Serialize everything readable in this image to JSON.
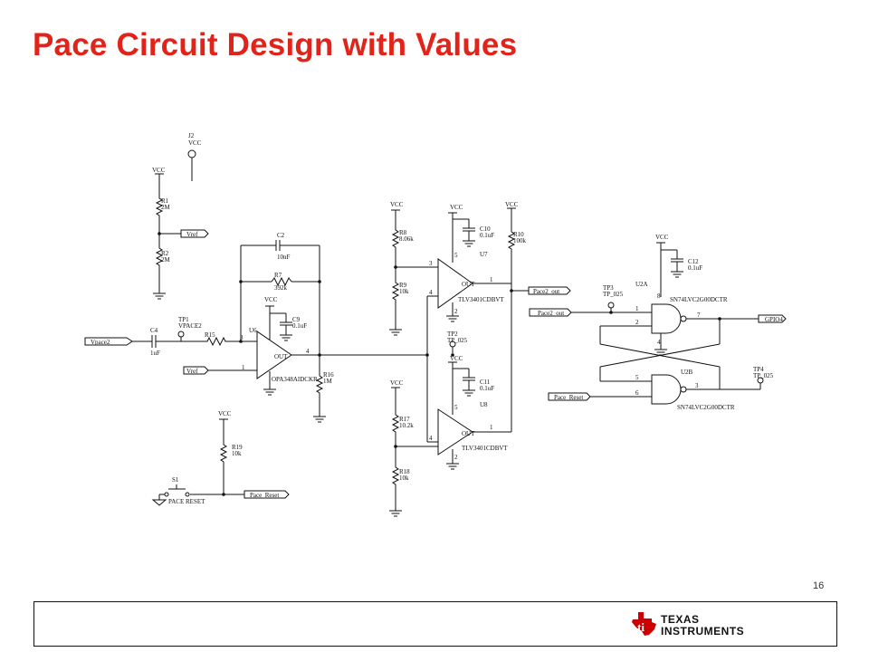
{
  "slide": {
    "title": "Pace Circuit Design with Values",
    "page_number": "16"
  },
  "logo": {
    "line1": "TEXAS",
    "line2": "INSTRUMENTS",
    "brand_color": "#cc0000"
  },
  "colors": {
    "title": "#e2231a",
    "wire": "#111111"
  },
  "labels": {
    "j2": "J2",
    "vcc": "VCC",
    "r1": "R1",
    "r1_val": "2M",
    "r2": "R2",
    "r2_val": "2M",
    "vref": "Vref",
    "c2": "C2",
    "c2_val": "10nF",
    "r7": "R7",
    "r7_val": "392k",
    "c9": "C9",
    "c9_val": "0.1uF",
    "c4": "C4",
    "c4_val": "1uF",
    "tp1": "TP1",
    "tp1_val": "VPACE2",
    "vpace2": "Vpace2",
    "r15": "R15",
    "u6": "U6",
    "u6_part": "OPA348AIDCKR",
    "r16": "R16",
    "r16_val": "1M",
    "r19": "R19",
    "r19_val": "10k",
    "s1": "S1",
    "pace_reset_switch": "PACE RESET",
    "pace_reset": "Pace_Reset",
    "r8": "R8",
    "r8_val": "8.06k",
    "r9": "R9",
    "r9_val": "10k",
    "c10": "C10",
    "c10_val": "0.1uF",
    "r10": "R10",
    "r10_val": "100k",
    "u7": "U7",
    "u7_part": "TLV3401CDBVT",
    "pace2_out": "Pace2_out",
    "tp2": "TP2",
    "tp_025": "TP_025",
    "c11": "C11",
    "c11_val": "0.1uF",
    "u8": "U8",
    "u8_part": "TLV3401CDBVT",
    "r17": "R17",
    "r17_val": "10.2k",
    "r18": "R18",
    "r18_val": "10k",
    "c12": "C12",
    "c12_val": "0.1uF",
    "tp3": "TP3",
    "tp4": "TP4",
    "u2a": "U2A",
    "u2b": "U2B",
    "u2_part": "SN74LVC2G00DCTR",
    "gpio4": "GPIO4",
    "out": "OUT",
    "p1": "1",
    "p2": "2",
    "p3": "3",
    "p4": "4",
    "p5": "5",
    "p6": "6",
    "p7": "7",
    "p8": "8"
  }
}
